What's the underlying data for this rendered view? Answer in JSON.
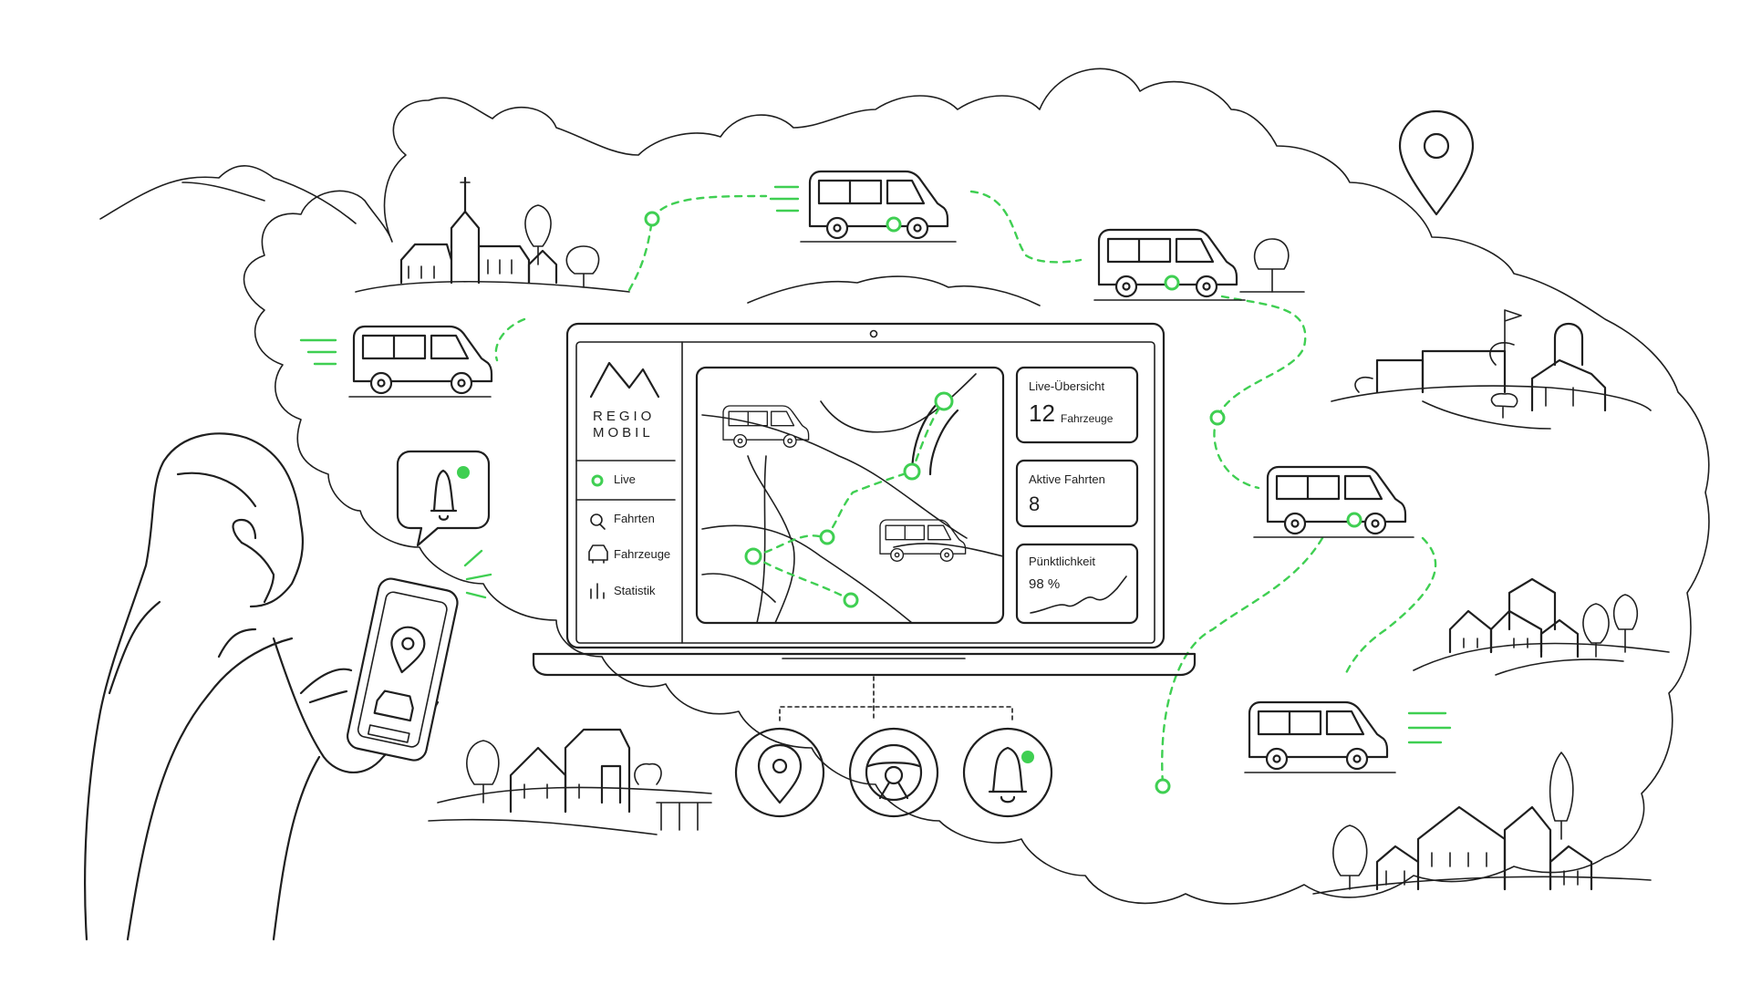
{
  "brand": {
    "line1": "REGIO",
    "line2": "MOBIL"
  },
  "sidebar": {
    "items": [
      {
        "label": "Live",
        "icon": "live-dot-icon",
        "active": true
      },
      {
        "label": "Fahrten",
        "icon": "trips-icon",
        "active": false
      },
      {
        "label": "Fahrzeuge",
        "icon": "car-icon",
        "active": false
      },
      {
        "label": "Statistik",
        "icon": "bar-chart-icon",
        "active": false
      }
    ]
  },
  "cards": {
    "live": {
      "title": "Live-Übersicht",
      "value": "12",
      "unit": "Fahrzeuge"
    },
    "active": {
      "title": "Aktive Fahrten",
      "value": "8"
    },
    "punctuality": {
      "title": "Pünktlichkeit",
      "value": "98 %"
    }
  },
  "feature_icons": [
    "location-pin-icon",
    "steering-wheel-icon",
    "bell-icon"
  ],
  "colors": {
    "accent": "#3fcf52",
    "ink": "#1f1f1f",
    "background": "#ffffff"
  }
}
